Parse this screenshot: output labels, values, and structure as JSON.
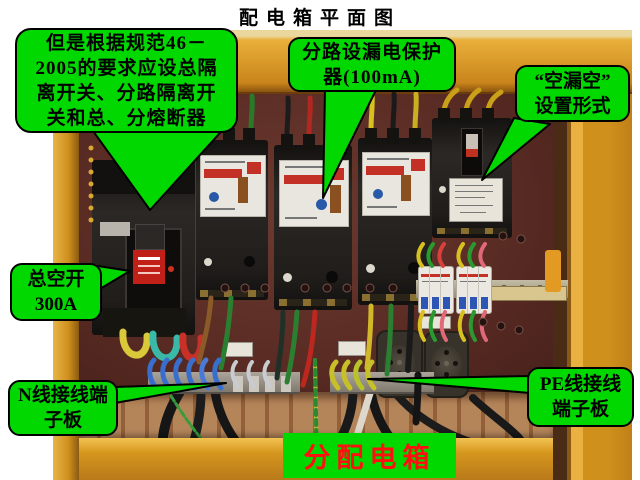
{
  "title": "配电箱平面图",
  "callouts": {
    "regulation": {
      "lines": [
        "但是根据规范46－",
        "2005的要求应设总隔",
        "离开关、分路隔离开",
        "关和总、分熔断器"
      ]
    },
    "branch_leakage": {
      "lines": [
        "分路设漏电保护",
        "器(100mA)"
      ]
    },
    "kong_lou_kong": {
      "lines": [
        "“空漏空”",
        "设置形式"
      ]
    },
    "main_switch": {
      "lines": [
        "总空开",
        "300A"
      ]
    },
    "n_terminal": {
      "lines": [
        "N线接线端",
        "子板"
      ]
    },
    "pe_terminal": {
      "lines": [
        "PE线接线",
        "端子板"
      ]
    }
  },
  "caption": "分配电箱",
  "colors": {
    "callout_green": "#00d800",
    "caption_red": "#ff1010",
    "cabinet_orange": "#d0901c",
    "panel_maroon": "#5a2c24"
  }
}
